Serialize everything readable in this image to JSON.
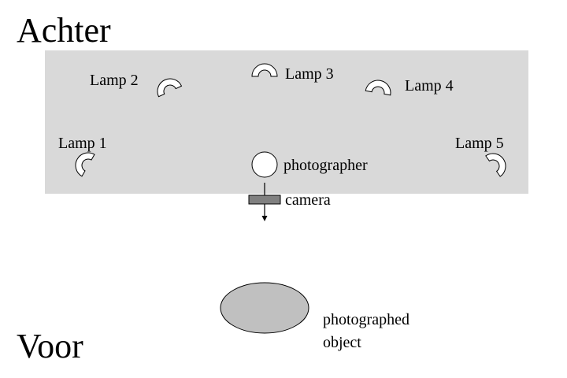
{
  "regions": {
    "back_label": "Achter",
    "front_label": "Voor"
  },
  "lamps": [
    {
      "label": "Lamp 1",
      "icon": "lamp-icon"
    },
    {
      "label": "Lamp 2",
      "icon": "lamp-icon"
    },
    {
      "label": "Lamp 3",
      "icon": "lamp-icon"
    },
    {
      "label": "Lamp 4",
      "icon": "lamp-icon"
    },
    {
      "label": "Lamp 5",
      "icon": "lamp-icon"
    }
  ],
  "photographer": {
    "label": "photographer",
    "icon": "person-icon"
  },
  "camera": {
    "label": "camera",
    "icon": "camera-icon"
  },
  "object": {
    "label_line1": "photographed",
    "label_line2": "object"
  },
  "colors": {
    "studio_area": "#d9d9d9",
    "object_fill": "#c0c0c0",
    "camera_fill": "#808080",
    "lamp_fill": "#ffffff",
    "stroke": "#000000"
  }
}
